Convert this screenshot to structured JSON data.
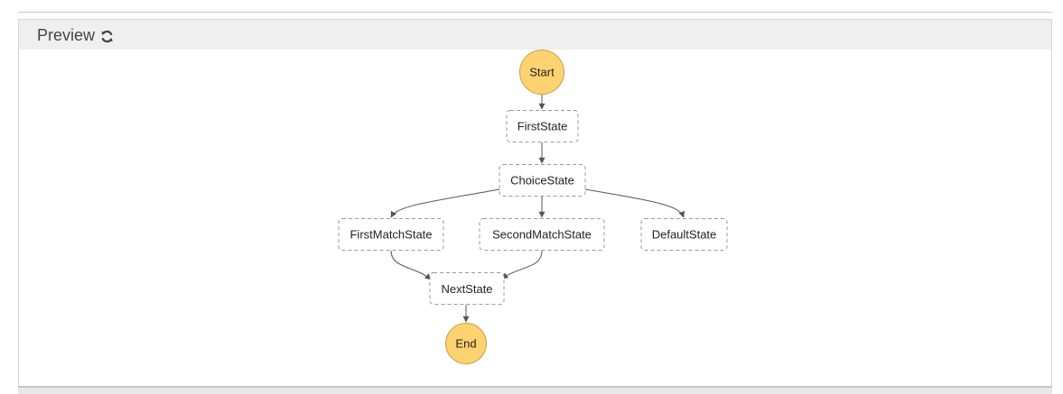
{
  "panel": {
    "title": "Preview",
    "refresh_icon": "refresh-icon"
  },
  "colors": {
    "terminal_fill": "#fdd270",
    "terminal_stroke": "#c9a14a",
    "state_border": "#9a9a9a",
    "edge": "#555555",
    "header_bg": "#efefef"
  },
  "graph": {
    "start": "Start",
    "end": "End",
    "states": {
      "first": "FirstState",
      "choice": "ChoiceState",
      "first_match": "FirstMatchState",
      "second_match": "SecondMatchState",
      "default": "DefaultState",
      "next": "NextState"
    }
  }
}
